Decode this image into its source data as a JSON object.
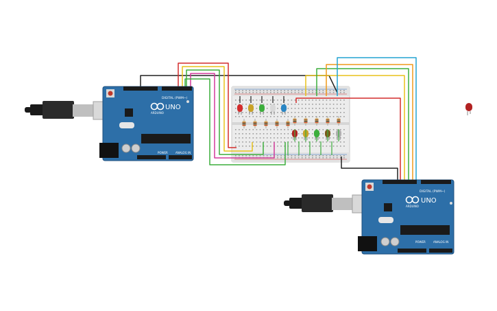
{
  "boards": [
    {
      "id": "arduino-left",
      "brand": "ARDUINO",
      "model": "UNO",
      "header_digital": "DIGITAL (PWM~)",
      "header_power": "POWER",
      "header_analog": "ANALOG IN"
    },
    {
      "id": "arduino-right",
      "brand": "ARDUINO",
      "model": "UNO",
      "header_digital": "DIGITAL (PWM~)",
      "header_power": "POWER",
      "header_analog": "ANALOG IN"
    }
  ],
  "colors": {
    "board": "#2d6fa8",
    "board_dark": "#1f4f7d",
    "breadboard": "#ececec",
    "wire_black": "#202020",
    "wire_red": "#d42c2c",
    "wire_yellow": "#e8c21a",
    "wire_green": "#3cae3c",
    "wire_magenta": "#d23a9a",
    "wire_cyan": "#22a4d2",
    "wire_orange": "#ef9a1a"
  },
  "leds_top": [
    "#d42c2c",
    "#c9a227",
    "#3cae3c",
    "#d8d8d8",
    "#2a86c4"
  ],
  "leds_bottom": [
    "#b22222",
    "#c9a227",
    "#3cae3c",
    "#7a5a1a",
    "#b0b0b0"
  ],
  "icons": [
    "usb-cable-icon",
    "arduino-logo-icon",
    "led-icon",
    "resistor-icon",
    "reset-button-icon"
  ]
}
